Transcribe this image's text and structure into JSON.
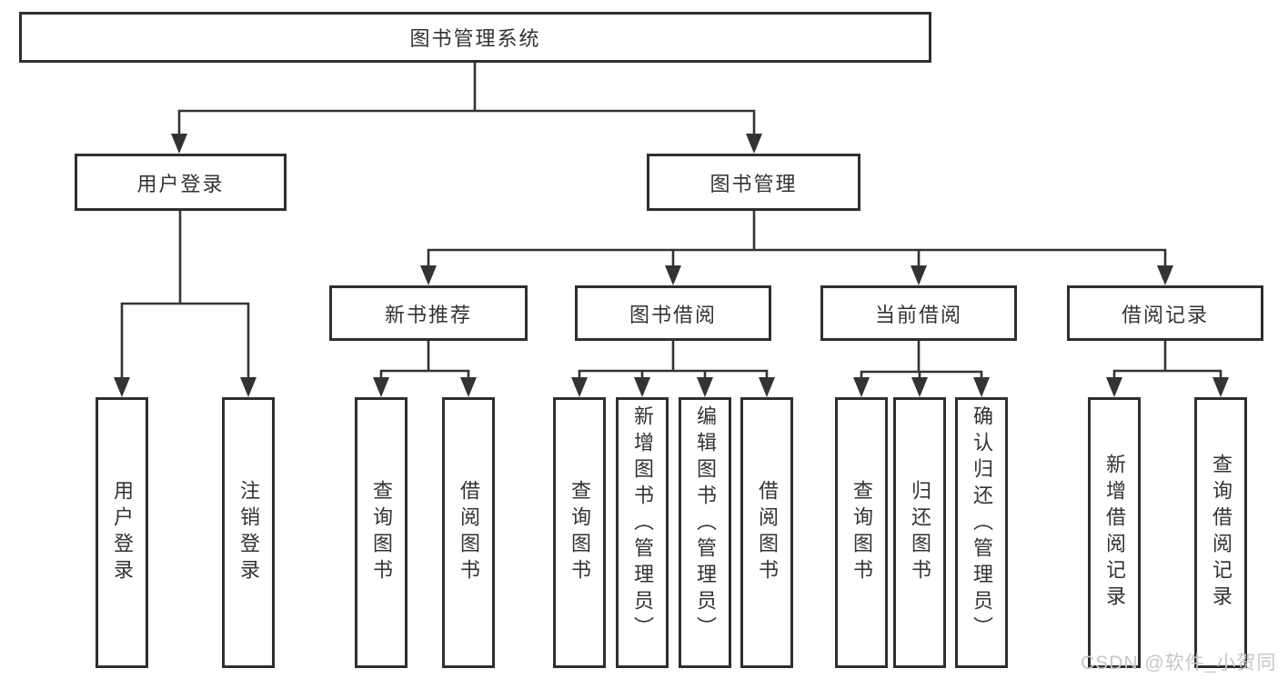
{
  "colors": {
    "background": "#ffffff",
    "line": "#333333",
    "box_border": "#2f2f2f",
    "box_fill": "#ffffff",
    "text": "#333333",
    "watermark": "#c4c7cb"
  },
  "watermark": {
    "label": "CSDN @软件_小贺同学"
  },
  "tree": {
    "root": {
      "label": "图书管理系统"
    },
    "children": [
      {
        "label": "用户登录",
        "children": [
          {
            "label": "用户登录"
          },
          {
            "label": "注销登录"
          }
        ]
      },
      {
        "label": "图书管理",
        "children": [
          {
            "label": "新书推荐",
            "children": [
              {
                "label": "查询图书"
              },
              {
                "label": "借阅图书"
              }
            ]
          },
          {
            "label": "图书借阅",
            "children": [
              {
                "label": "查询图书"
              },
              {
                "label": "新增图书（管理员）"
              },
              {
                "label": "编辑图书（管理员）"
              },
              {
                "label": "借阅图书"
              }
            ]
          },
          {
            "label": "当前借阅",
            "children": [
              {
                "label": "查询图书"
              },
              {
                "label": "归还图书"
              },
              {
                "label": "确认归还（管理员）"
              }
            ]
          },
          {
            "label": "借阅记录",
            "children": [
              {
                "label": "新增借阅记录"
              },
              {
                "label": "查询借阅记录"
              }
            ]
          }
        ]
      }
    ]
  }
}
